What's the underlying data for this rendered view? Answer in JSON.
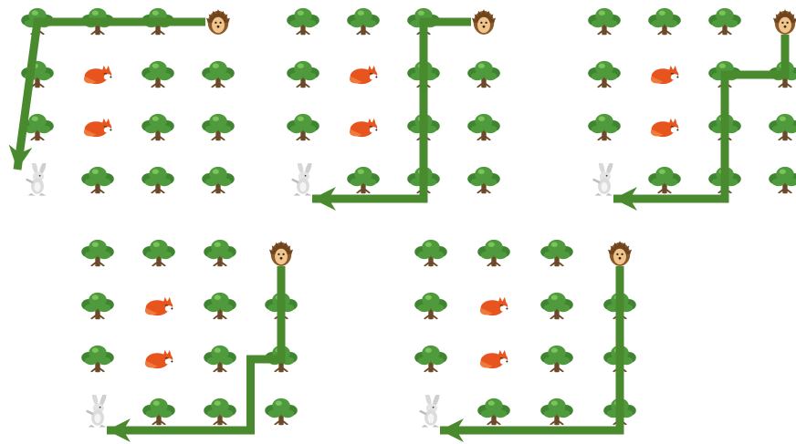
{
  "puzzle": {
    "description_visible": false,
    "grid": {
      "cols": 4,
      "rows": 4
    },
    "colors": {
      "path": "#4a8a2e",
      "tree_leaf": "#4f9a3c",
      "tree_trunk": "#6b4a2a",
      "fox": "#e8541e",
      "hedgehog": "#c98a4a",
      "rabbit": "#cfcfcf"
    },
    "icons": {
      "tree": "tree-icon",
      "fox": "fox-icon",
      "hedgehog": "hedgehog-icon",
      "rabbit": "rabbit-icon"
    },
    "map": [
      [
        "tree",
        "tree",
        "tree",
        "hedgehog"
      ],
      [
        "tree",
        "fox",
        "tree",
        "tree"
      ],
      [
        "tree",
        "fox",
        "tree",
        "tree"
      ],
      [
        "rabbit",
        "tree",
        "tree",
        "tree"
      ]
    ],
    "panels": [
      {
        "id": "panel-1",
        "route": [
          [
            3,
            0
          ],
          [
            0,
            0
          ],
          [
            0,
            3
          ]
        ]
      },
      {
        "id": "panel-2",
        "route": [
          [
            3,
            0
          ],
          [
            2,
            0
          ],
          [
            2,
            3
          ],
          [
            0,
            3
          ]
        ]
      },
      {
        "id": "panel-3",
        "route": [
          [
            3,
            0
          ],
          [
            3,
            1
          ],
          [
            2,
            1
          ],
          [
            2,
            3
          ],
          [
            0,
            3
          ]
        ]
      },
      {
        "id": "panel-4",
        "route": [
          [
            3,
            0
          ],
          [
            3,
            2
          ],
          [
            2.5,
            2
          ],
          [
            2.5,
            3
          ],
          [
            0,
            3
          ]
        ]
      },
      {
        "id": "panel-5",
        "route": [
          [
            3,
            0
          ],
          [
            3,
            3
          ],
          [
            0,
            3
          ]
        ]
      }
    ]
  }
}
